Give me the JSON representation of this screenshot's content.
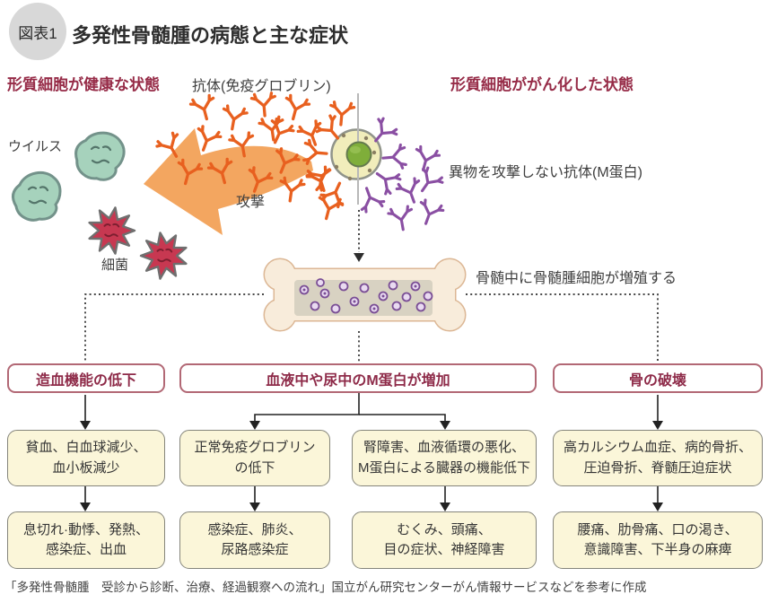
{
  "figure": {
    "badge": "図表1",
    "title": "多発性骨髄腫の病態と主な症状",
    "caption": "「多発性骨髄腫　受診から診断、治療、経過観察への流れ」国立がん研究センターがん情報サービスなどを参考に作成"
  },
  "illustration": {
    "healthy_state_label": "形質細胞が健康な状態",
    "cancer_state_label": "形質細胞ががん化した状態",
    "antibody_label": "抗体(免疫グロブリン)",
    "virus_label": "ウイルス",
    "bacteria_label": "細菌",
    "attack_label": "攻撃",
    "m_protein_label": "異物を攻撃しない抗体(M蛋白)",
    "bone_label": "骨髄中に骨髄腫細胞が増殖する"
  },
  "flowchart": {
    "branches": [
      {
        "header": "造血機能の低下",
        "children": [
          {
            "causes": [
              "貧血、白血球減少、",
              "血小板減少"
            ],
            "symptoms": [
              "息切れ·動悸、発熱、",
              "感染症、出血"
            ]
          }
        ]
      },
      {
        "header": "血液中や尿中のM蛋白が増加",
        "children": [
          {
            "causes": [
              "正常免疫グロブリン",
              "の低下"
            ],
            "symptoms": [
              "感染症、肺炎、",
              "尿路感染症"
            ]
          },
          {
            "causes": [
              "腎障害、血液循環の悪化、",
              "M蛋白による臓器の機能低下"
            ],
            "symptoms": [
              "むくみ、頭痛、",
              "目の症状、神経障害"
            ]
          }
        ]
      },
      {
        "header": "骨の破壊",
        "children": [
          {
            "causes": [
              "高カルシウム血症、病的骨折、",
              "圧迫骨折、脊髄圧迫症状"
            ],
            "symptoms": [
              "腰痛、肋骨痛、口の渇き、",
              "意識障害、下半身の麻痺"
            ]
          }
        ]
      }
    ]
  },
  "colors": {
    "accent_red": "#8e2b49",
    "header_box_border": "#b26875",
    "effect_box_bg": "#fbf6d9",
    "effect_box_border": "#85857b",
    "antibody_orange": "#e8601f",
    "arrow_orange": "#f3a660",
    "antibody_purple": "#8a4fa3",
    "virus_teal": "#a6d2bc",
    "bacteria_red": "#c73851"
  }
}
